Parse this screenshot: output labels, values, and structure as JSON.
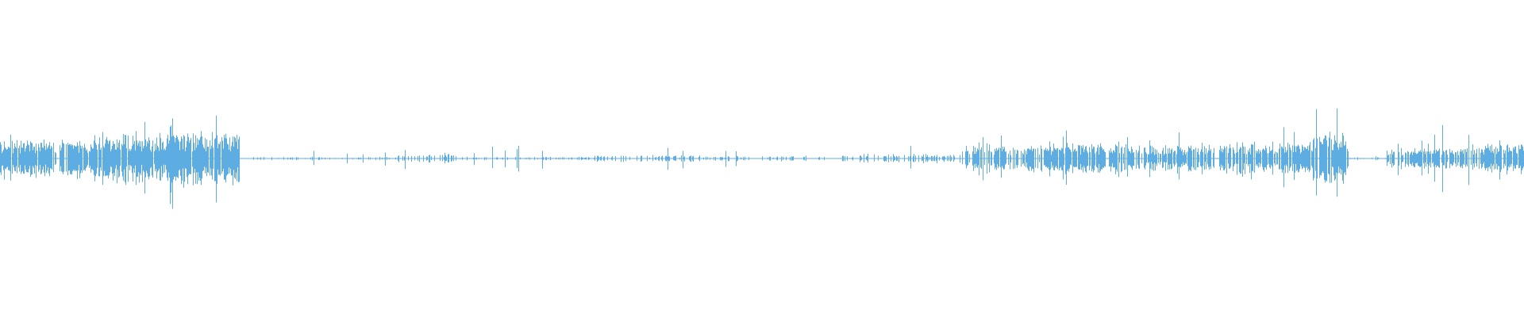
{
  "waveform": {
    "color": "#5DADE2",
    "baseline_fraction": 0.5,
    "segments": [
      {
        "start": 0.0,
        "end": 0.06,
        "amp": 0.045,
        "spike": 0.14,
        "density": 0.9
      },
      {
        "start": 0.06,
        "end": 0.11,
        "amp": 0.055,
        "spike": 0.12,
        "density": 0.9
      },
      {
        "start": 0.11,
        "end": 0.158,
        "amp": 0.06,
        "spike": 0.14,
        "density": 0.95
      },
      {
        "start": 0.158,
        "end": 0.26,
        "amp": 0.004,
        "spike": 0.02,
        "density": 0.25
      },
      {
        "start": 0.26,
        "end": 0.3,
        "amp": 0.01,
        "spike": 0.03,
        "density": 0.4
      },
      {
        "start": 0.3,
        "end": 0.39,
        "amp": 0.004,
        "spike": 0.04,
        "density": 0.25
      },
      {
        "start": 0.39,
        "end": 0.46,
        "amp": 0.008,
        "spike": 0.04,
        "density": 0.35
      },
      {
        "start": 0.46,
        "end": 0.56,
        "amp": 0.006,
        "spike": 0.03,
        "density": 0.3
      },
      {
        "start": 0.56,
        "end": 0.63,
        "amp": 0.01,
        "spike": 0.05,
        "density": 0.4
      },
      {
        "start": 0.63,
        "end": 0.69,
        "amp": 0.03,
        "spike": 0.08,
        "density": 0.7
      },
      {
        "start": 0.69,
        "end": 0.74,
        "amp": 0.035,
        "spike": 0.07,
        "density": 0.8
      },
      {
        "start": 0.74,
        "end": 0.8,
        "amp": 0.03,
        "spike": 0.07,
        "density": 0.8
      },
      {
        "start": 0.8,
        "end": 0.86,
        "amp": 0.035,
        "spike": 0.08,
        "density": 0.8
      },
      {
        "start": 0.86,
        "end": 0.885,
        "amp": 0.06,
        "spike": 0.25,
        "density": 0.9
      },
      {
        "start": 0.885,
        "end": 0.91,
        "amp": 0.003,
        "spike": 0.01,
        "density": 0.2
      },
      {
        "start": 0.91,
        "end": 0.96,
        "amp": 0.025,
        "spike": 0.09,
        "density": 0.7
      },
      {
        "start": 0.96,
        "end": 1.0,
        "amp": 0.035,
        "spike": 0.07,
        "density": 0.85
      }
    ]
  }
}
